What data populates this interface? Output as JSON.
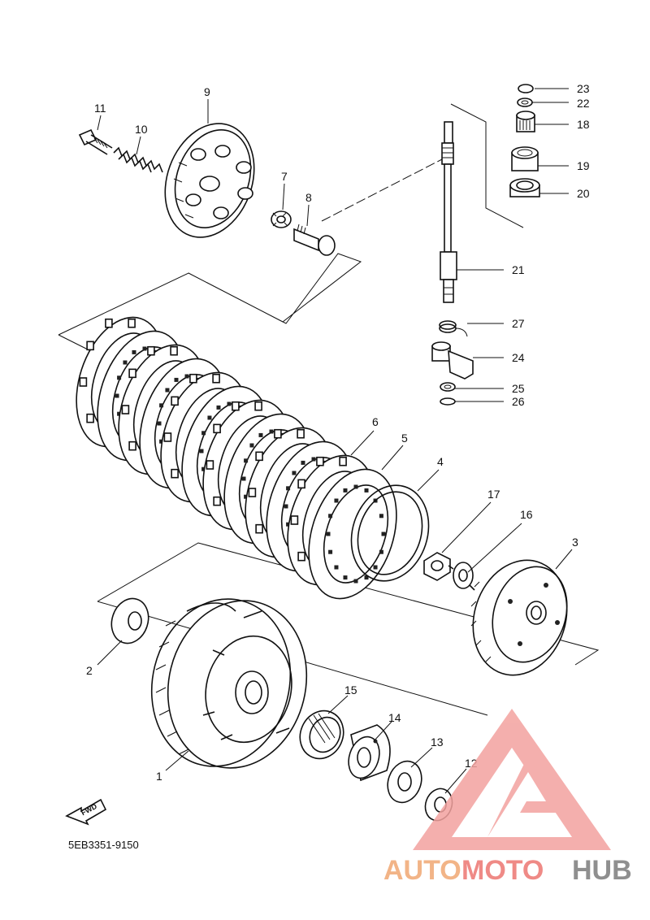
{
  "diagram": {
    "labels": [
      "1",
      "2",
      "3",
      "4",
      "5",
      "6",
      "7",
      "8",
      "9",
      "10",
      "11",
      "12",
      "13",
      "14",
      "15",
      "16",
      "17",
      "18",
      "19",
      "20",
      "21",
      "22",
      "23",
      "24",
      "25",
      "26",
      "27"
    ],
    "catalog_code": "5EB3351-9150",
    "fwd_text": "FWD"
  },
  "watermark": {
    "part1": "AUTO",
    "part2": "MOTO",
    "part3": "HUB",
    "colors": {
      "auto": "#f2b487",
      "moto": "#ef8a86",
      "hub": "#8f8f8f",
      "triangle": "#f3a29f"
    }
  }
}
